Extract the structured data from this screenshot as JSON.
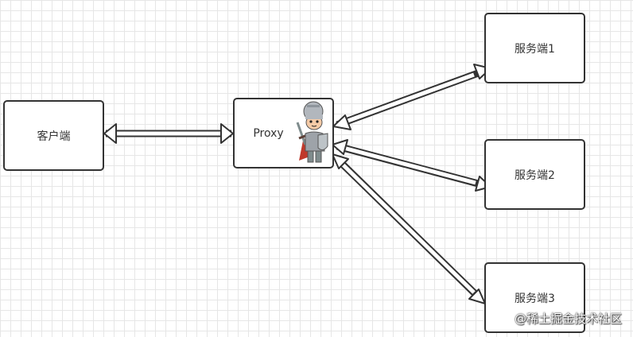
{
  "nodes": {
    "client": {
      "label": "客户端"
    },
    "proxy": {
      "label": "Proxy"
    },
    "server1": {
      "label": "服务端1"
    },
    "server2": {
      "label": "服务端2"
    },
    "server3": {
      "label": "服务端3"
    }
  },
  "watermark": "@稀土掘金技术社区",
  "colors": {
    "stroke": "#333333",
    "grid": "#e6e6e6",
    "knight_armor": "#9ea3a9",
    "knight_cape": "#c0392b"
  },
  "icons": {
    "proxy_mascot": "knight-icon"
  }
}
